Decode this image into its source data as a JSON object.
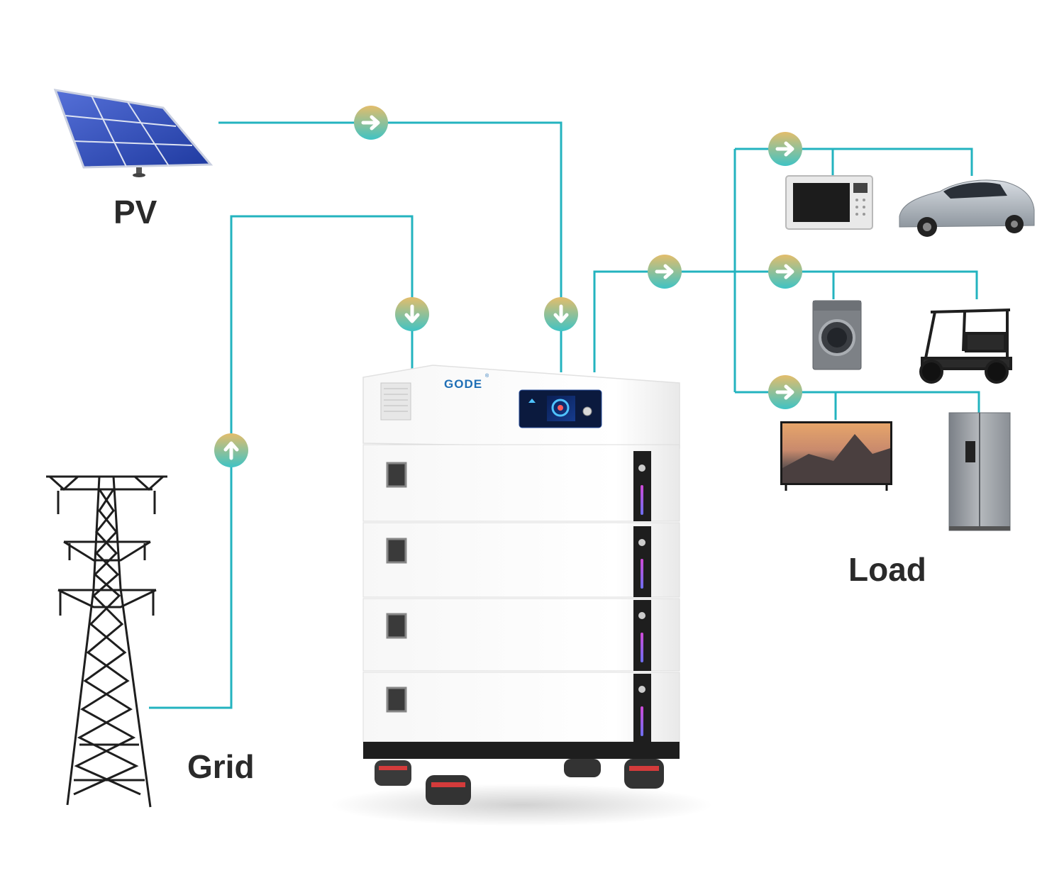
{
  "labels": {
    "pv": "PV",
    "grid": "Grid",
    "load": "Load"
  },
  "battery": {
    "brand": "GODE",
    "trademark": "®"
  },
  "colors": {
    "line": "#23b3bf",
    "arrow_top": "#e3bd6b",
    "arrow_bottom": "#3fc3c4",
    "label_text": "#2a2a2a",
    "brand_text": "#1f6fb6",
    "panel_blue": "#2e4fb8"
  },
  "flow_icons": [
    "arrow-right-icon",
    "arrow-down-icon",
    "arrow-up-icon"
  ],
  "load_devices": [
    "microwave",
    "electric-car",
    "washing-machine",
    "golf-cart",
    "television",
    "refrigerator"
  ]
}
